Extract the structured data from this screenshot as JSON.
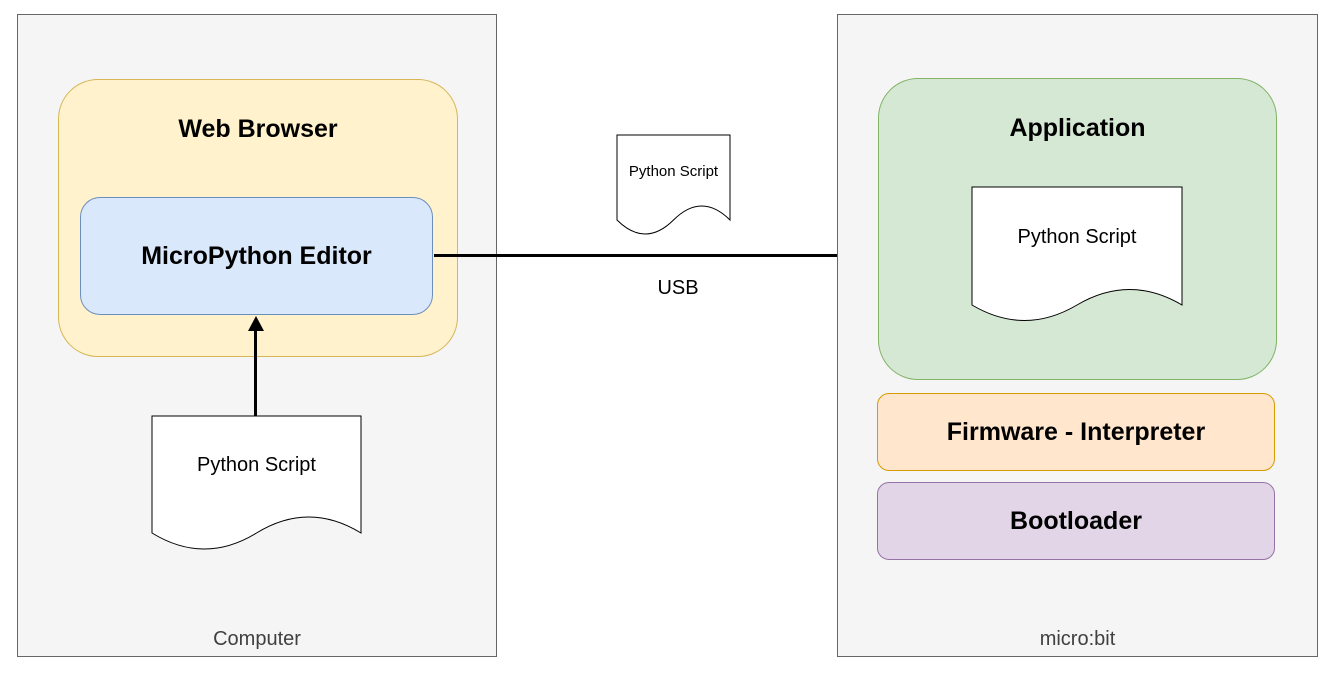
{
  "computer": {
    "label": "Computer",
    "web_browser_title": "Web Browser",
    "editor_title": "MicroPython Editor",
    "script_doc_label": "Python Script"
  },
  "transfer": {
    "doc_label": "Python Script",
    "usb_label": "USB"
  },
  "microbit": {
    "label": "micro:bit",
    "application_title": "Application",
    "script_doc_label": "Python Script",
    "firmware_title": "Firmware - Interpreter",
    "bootloader_title": "Bootloader"
  },
  "colors": {
    "container_fill": "#f5f5f5",
    "container_border": "#666666",
    "container_label_text": "#404040",
    "web_browser_fill": "#fff2cc",
    "web_browser_border": "#d6b656",
    "editor_fill": "#dae8fc",
    "editor_border": "#6c8ebf",
    "application_fill": "#d5e8d4",
    "application_border": "#82b366",
    "firmware_fill": "#ffe6cc",
    "firmware_border": "#d79b00",
    "bootloader_fill": "#e1d5e7",
    "bootloader_border": "#9673a6",
    "document_fill": "#ffffff",
    "document_border": "#000000",
    "arrow": "#000000"
  }
}
